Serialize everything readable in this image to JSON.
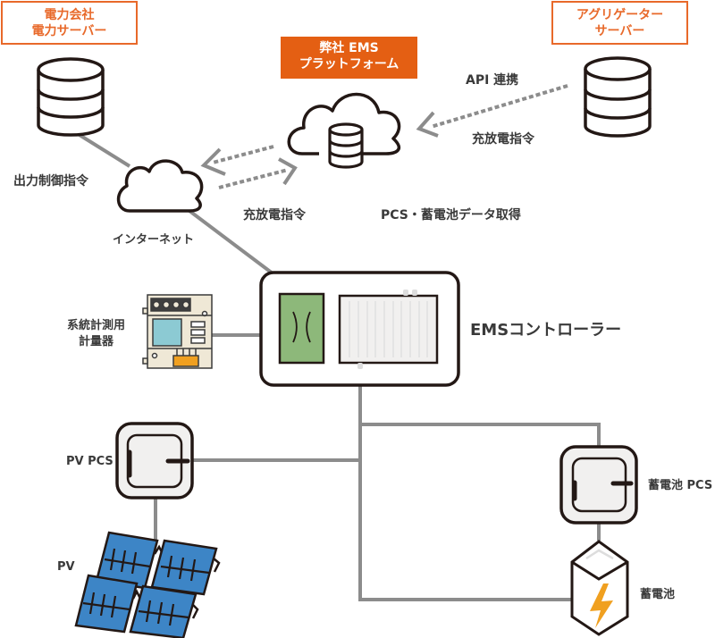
{
  "colors": {
    "accent_orange": "#e8692a",
    "platform_fill": "#e45f13",
    "line_gray": "#8c8c8c",
    "outline": "#231815",
    "controller_green": "#8db87a",
    "meter_screen": "#8ccad3",
    "meter_body": "#efe8d6",
    "pv_panel_blue": "#3d85c6",
    "bolt_orange": "#f0a020",
    "pcs_fill": "#f1f0ef"
  },
  "nodes": {
    "utility_server": {
      "label_line1": "電力会社",
      "label_line2": "電力サーバー",
      "icon": "database-icon"
    },
    "ems_platform": {
      "label_line1": "弊社 EMS",
      "label_line2": "プラットフォーム",
      "icon": "cloud-database-icon"
    },
    "aggregator_server": {
      "label_line1": "アグリゲーター",
      "label_line2": "サーバー",
      "icon": "database-icon"
    },
    "internet": {
      "label": "インターネット",
      "icon": "cloud-icon"
    },
    "meter": {
      "label_line1": "系統計測用",
      "label_line2": "計量器",
      "icon": "power-meter-icon"
    },
    "ems_controller": {
      "label": "EMSコントローラー",
      "icon": "controller-icon"
    },
    "pv_pcs": {
      "label": "PV PCS",
      "icon": "pcs-icon"
    },
    "pv": {
      "label": "PV",
      "icon": "solar-panel-icon"
    },
    "battery_pcs": {
      "label": "蓄電池 PCS",
      "icon": "pcs-icon"
    },
    "battery": {
      "label": "蓄電池",
      "icon": "battery-icon"
    }
  },
  "edge_labels": {
    "output_control": "出力制御指令",
    "api_link": "API 連携",
    "charge_command_aggregator": "充放電指令",
    "charge_command_internet": "充放電指令",
    "data_acquisition": "PCS・蓄電池データ取得"
  }
}
